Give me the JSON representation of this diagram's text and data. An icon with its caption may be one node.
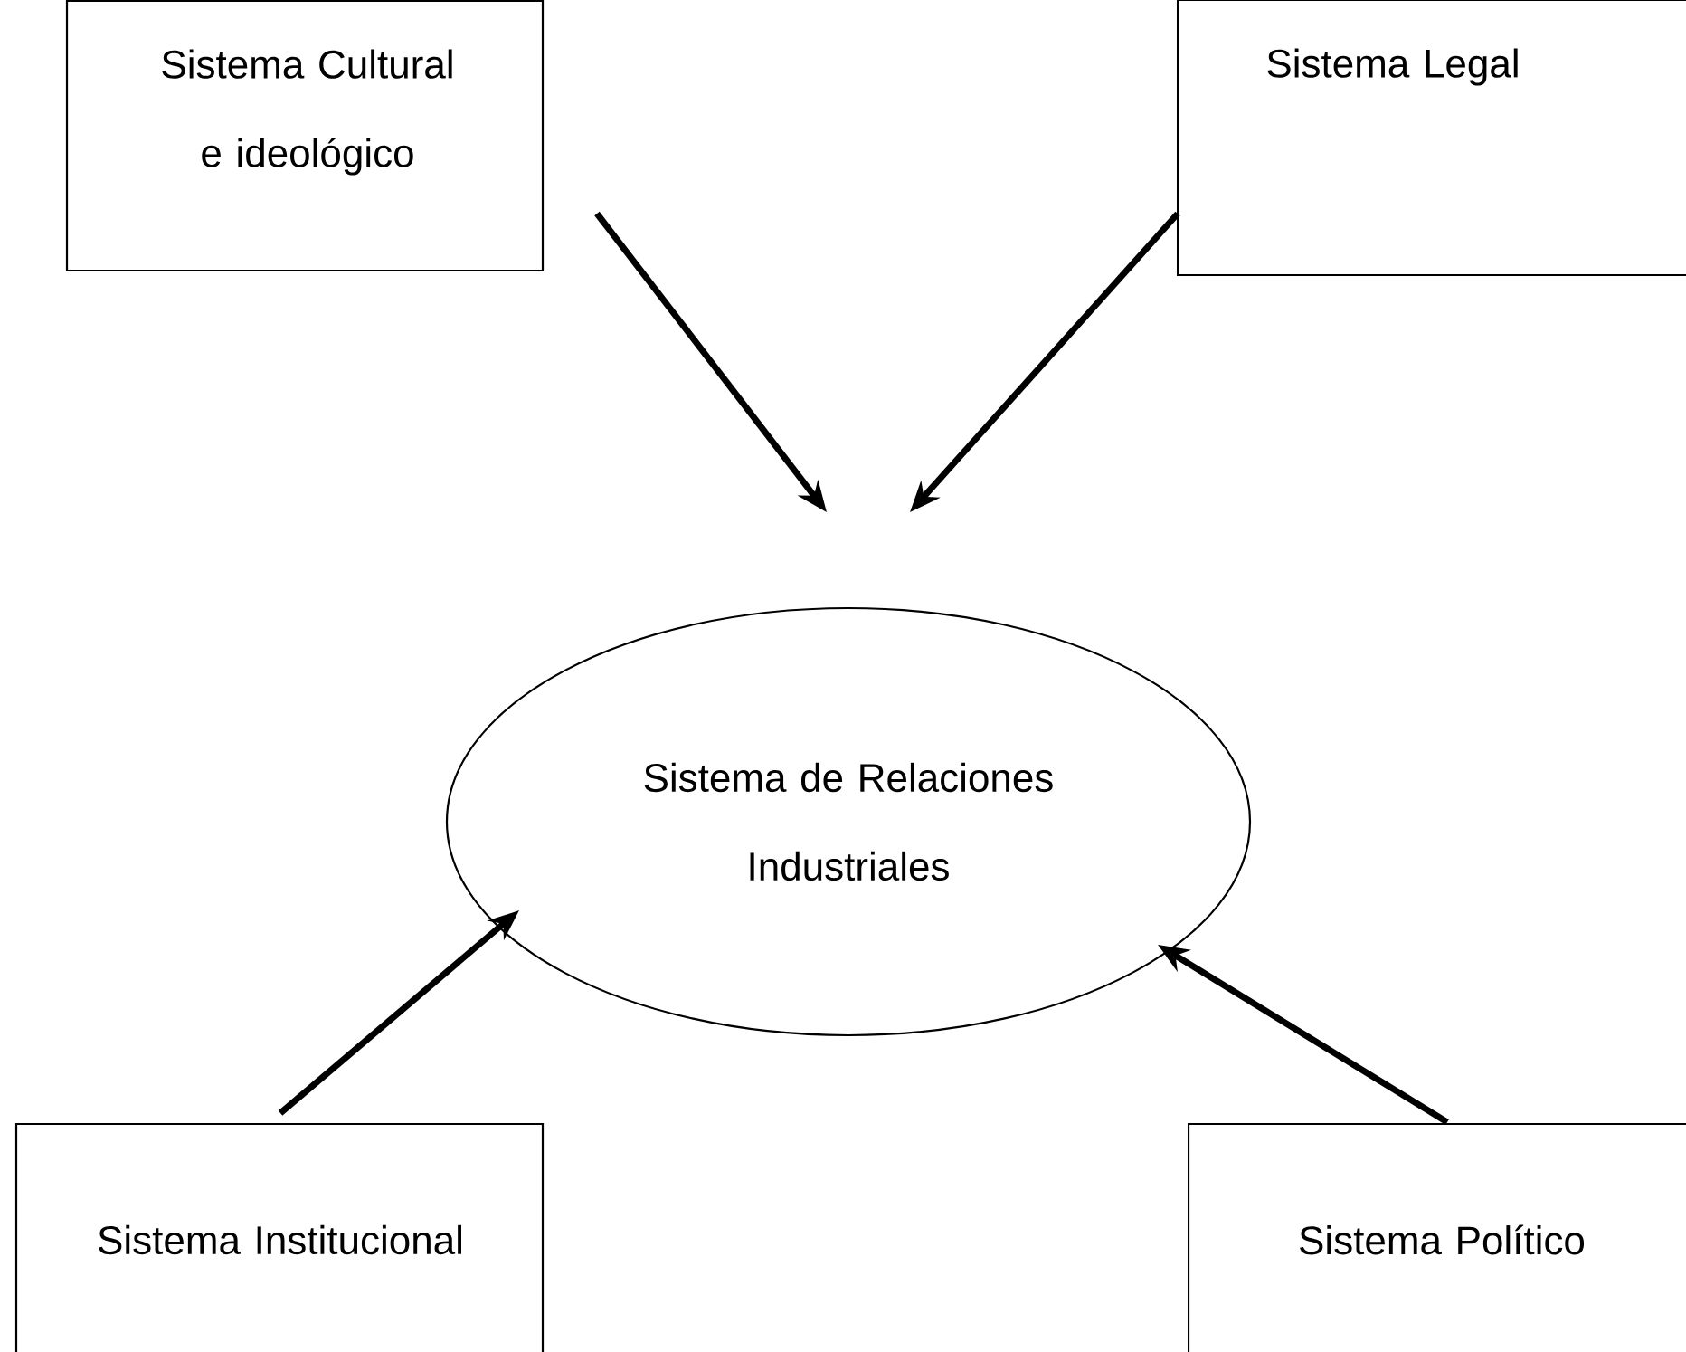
{
  "diagram": {
    "nodes": [
      {
        "text": [
          "Sistema Cultural e ideológico"
        ]
      },
      {
        "text": [
          "Sistema Legal"
        ]
      },
      {
        "text": [
          "Sistema de Relaciones Industriales"
        ]
      },
      {
        "text": [
          "Sistema Institucional"
        ]
      },
      {
        "text": [
          "Sistema Político"
        ]
      }
    ],
    "edges": [
      {
        "from": 0,
        "to": 2,
        "arrow": "to"
      },
      {
        "from": 1,
        "to": 2,
        "arrow": "to"
      },
      {
        "from": 3,
        "to": 2,
        "arrow": "to"
      },
      {
        "from": 4,
        "to": 2,
        "arrow": "to"
      }
    ]
  }
}
